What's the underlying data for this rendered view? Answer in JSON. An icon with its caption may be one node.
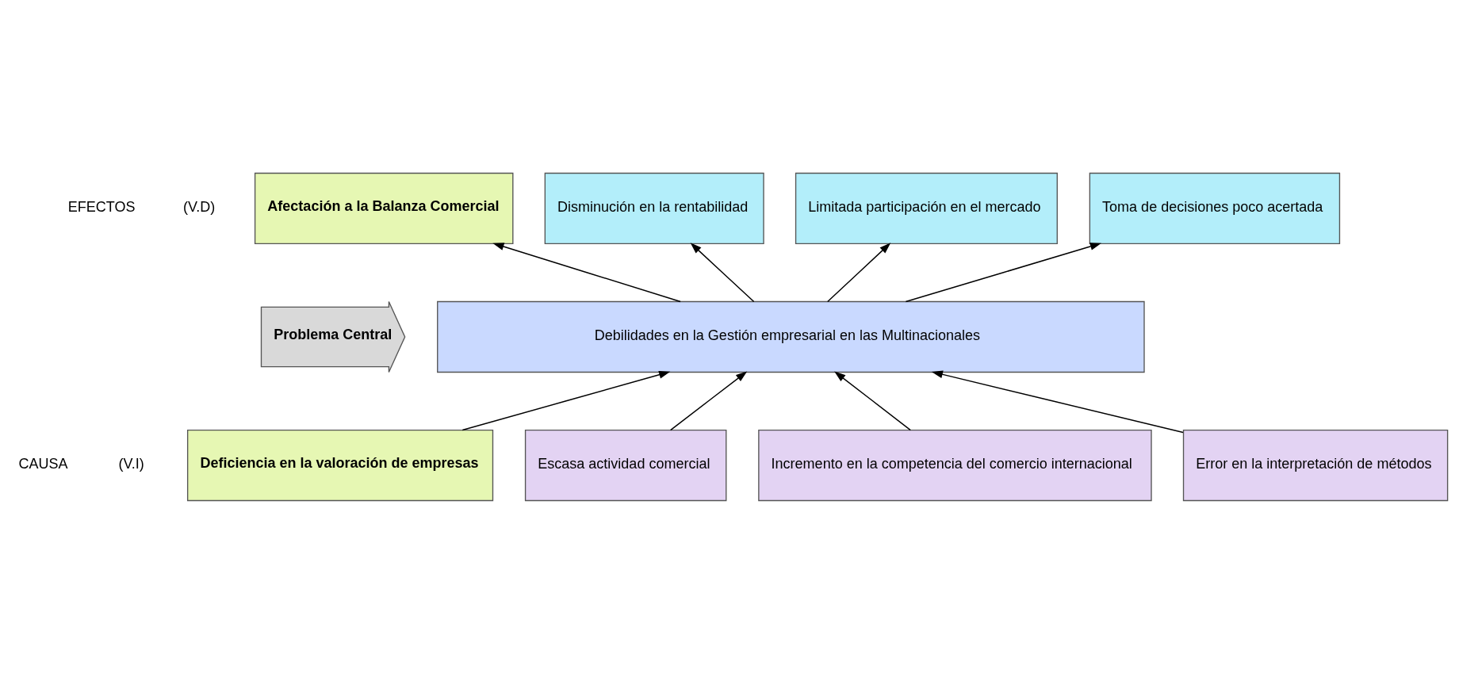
{
  "diagram": {
    "nodes": [
      {
        "text": [
          "Problema Central"
        ]
      },
      {
        "text": [
          "Debilidades en la Gestión empresarial en las Multinacionales"
        ]
      },
      {
        "text": [
          "Afectación a la Balanza Comercial"
        ]
      },
      {
        "text": [
          "Disminución en la rentabilidad"
        ]
      },
      {
        "text": [
          "Limitada participación en el mercado"
        ]
      },
      {
        "text": [
          "Toma de decisiones poco acertada"
        ]
      },
      {
        "text": [
          "Deficiencia en la valoración de empresas"
        ]
      },
      {
        "text": [
          "Escasa actividad comercial"
        ]
      },
      {
        "text": [
          "Incremento en la competencia del comercio internacional"
        ]
      },
      {
        "text": [
          "Error en la interpretación de métodos"
        ]
      }
    ],
    "edges": [
      {
        "from": 1,
        "to": 2,
        "arrow": "to"
      },
      {
        "from": 1,
        "to": 3,
        "arrow": "to"
      },
      {
        "from": 1,
        "to": 4,
        "arrow": "to"
      },
      {
        "from": 1,
        "to": 5,
        "arrow": "to"
      },
      {
        "from": 6,
        "to": 1,
        "arrow": "to"
      },
      {
        "from": 7,
        "to": 1,
        "arrow": "to"
      },
      {
        "from": 8,
        "to": 1,
        "arrow": "to"
      },
      {
        "from": 9,
        "to": 1,
        "arrow": "to"
      }
    ],
    "labels": [
      "EFECTOS",
      "(V.D)",
      "CAUSA",
      "(V.I)"
    ]
  }
}
